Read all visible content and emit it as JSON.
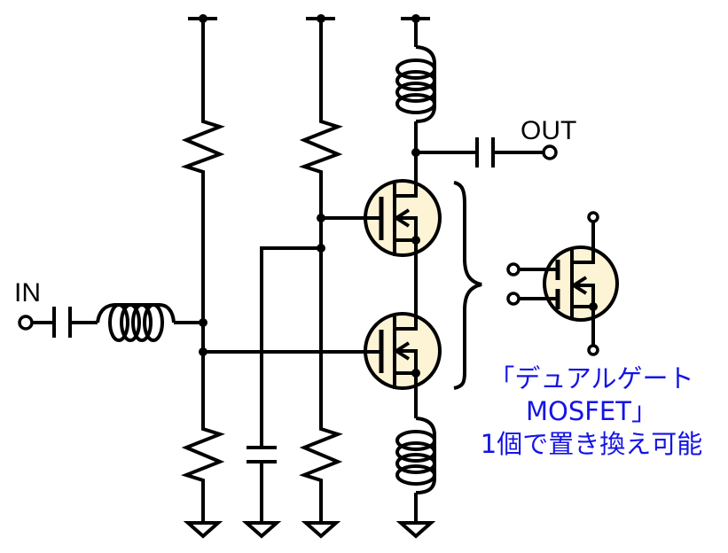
{
  "diagram": {
    "type": "circuit-schematic",
    "labels": {
      "input": "IN",
      "output": "OUT"
    },
    "note": {
      "lines": [
        "「デュアルゲート",
        "MOSFET」",
        "1個で置き換え可能"
      ],
      "color": "#1414e6"
    },
    "colors": {
      "wire": "#000000",
      "transistor_fill": "#fdf4d6",
      "background": "#ffffff"
    },
    "components": [
      {
        "kind": "capacitor",
        "role": "input-coupling"
      },
      {
        "kind": "inductor",
        "role": "input"
      },
      {
        "kind": "resistor",
        "role": "bias-upper-1"
      },
      {
        "kind": "resistor",
        "role": "bias-lower-1"
      },
      {
        "kind": "resistor",
        "role": "bias-upper-2"
      },
      {
        "kind": "resistor",
        "role": "bias-lower-2"
      },
      {
        "kind": "capacitor",
        "role": "gate-bypass"
      },
      {
        "kind": "mosfet",
        "role": "upper-cascode"
      },
      {
        "kind": "mosfet",
        "role": "lower"
      },
      {
        "kind": "inductor",
        "role": "drain-load"
      },
      {
        "kind": "inductor",
        "role": "source"
      },
      {
        "kind": "capacitor",
        "role": "output-coupling"
      },
      {
        "kind": "dual-gate-mosfet",
        "role": "replacement"
      }
    ]
  }
}
